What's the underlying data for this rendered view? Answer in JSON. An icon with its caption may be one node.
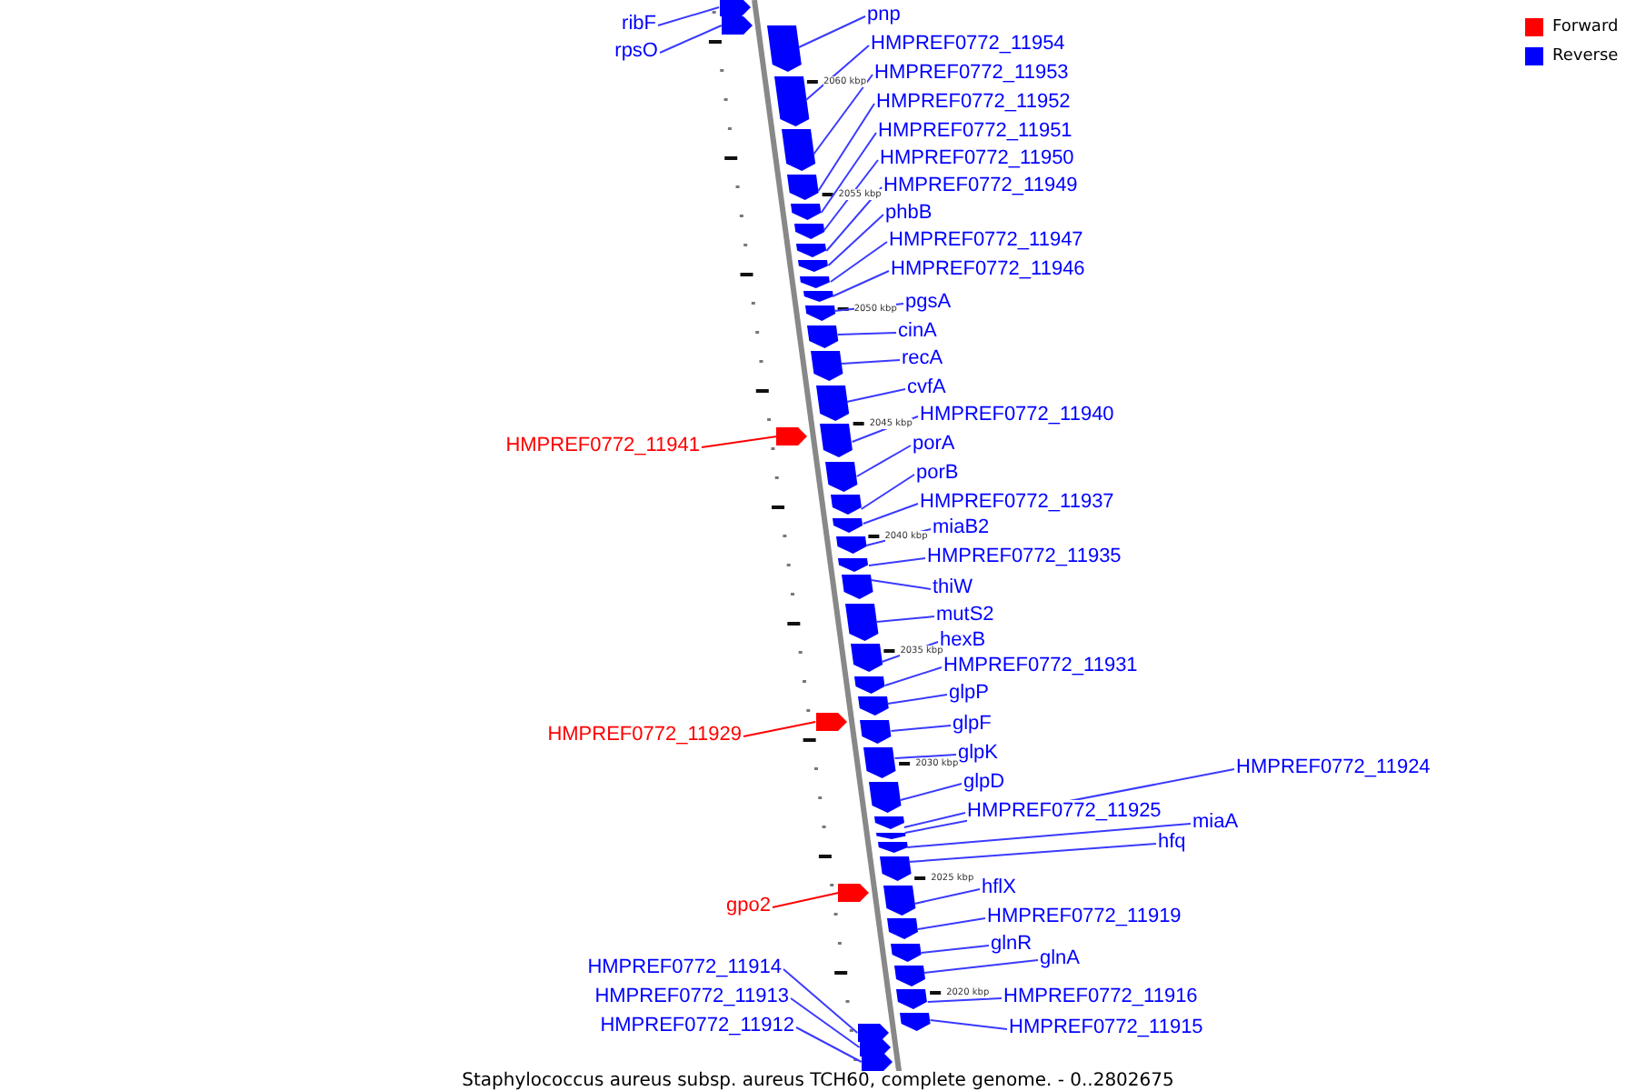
{
  "diagram": {
    "caption": "Staphylococcus aureus subsp. aureus TCH60, complete genome. - 0..2802675",
    "nodes": [
      {
        "text": [
          "pnp"
        ]
      },
      {
        "text": [
          "ribF"
        ]
      },
      {
        "text": [
          "HMPREF0772_11954"
        ]
      },
      {
        "text": [
          "rpsO"
        ]
      },
      {
        "text": [
          "HMPREF0772_11953"
        ]
      },
      {
        "text": [
          "HMPREF0772_11952"
        ]
      },
      {
        "text": [
          "HMPREF0772_11951"
        ]
      },
      {
        "text": [
          "HMPREF0772_11950"
        ]
      },
      {
        "text": [
          "HMPREF0772_11949"
        ]
      },
      {
        "text": [
          "phbB"
        ]
      },
      {
        "text": [
          "HMPREF0772_11947"
        ]
      },
      {
        "text": [
          "HMPREF0772_11946"
        ]
      },
      {
        "text": [
          "pgsA"
        ]
      },
      {
        "text": [
          "cinA"
        ]
      },
      {
        "text": [
          "recA"
        ]
      },
      {
        "text": [
          "cvfA"
        ]
      },
      {
        "text": [
          "HMPREF0772_11940"
        ]
      },
      {
        "text": [
          "HMPREF0772_11941"
        ]
      },
      {
        "text": [
          "porA"
        ]
      },
      {
        "text": [
          "porB"
        ]
      },
      {
        "text": [
          "HMPREF0772_11937"
        ]
      },
      {
        "text": [
          "miaB2"
        ]
      },
      {
        "text": [
          "HMPREF0772_11935"
        ]
      },
      {
        "text": [
          "thiW"
        ]
      },
      {
        "text": [
          "mutS2"
        ]
      },
      {
        "text": [
          "hexB"
        ]
      },
      {
        "text": [
          "HMPREF0772_11931"
        ]
      },
      {
        "text": [
          "glpP"
        ]
      },
      {
        "text": [
          "glpF"
        ]
      },
      {
        "text": [
          "HMPREF0772_11929"
        ]
      },
      {
        "text": [
          "glpK"
        ]
      },
      {
        "text": [
          "HMPREF0772_11924"
        ]
      },
      {
        "text": [
          "glpD"
        ]
      },
      {
        "text": [
          "miaA"
        ]
      },
      {
        "text": [
          "HMPREF0772_11925"
        ]
      },
      {
        "text": [
          "hfq"
        ]
      },
      {
        "text": [
          "hflX"
        ]
      },
      {
        "text": [
          "gpo2"
        ]
      },
      {
        "text": [
          "HMPREF0772_11919"
        ]
      },
      {
        "text": [
          "glnR"
        ]
      },
      {
        "text": [
          "glnA"
        ]
      },
      {
        "text": [
          "HMPREF0772_11914"
        ]
      },
      {
        "text": [
          "HMPREF0772_11913"
        ]
      },
      {
        "text": [
          "HMPREF0772_11916"
        ]
      },
      {
        "text": [
          "HMPREF0772_11912"
        ]
      },
      {
        "text": [
          "HMPREF0772_11915"
        ]
      },
      {
        "text": [],
        "shape": "arrow"
      },
      {
        "text": [],
        "shape": "arrow"
      },
      {
        "text": [],
        "shape": "arrow"
      },
      {
        "text": [],
        "shape": "arrow"
      },
      {
        "text": [],
        "shape": "arrow"
      },
      {
        "text": [],
        "shape": "arrow"
      },
      {
        "text": [],
        "shape": "arrow"
      },
      {
        "text": [],
        "shape": "arrow"
      },
      {
        "text": [],
        "shape": "arrow"
      },
      {
        "text": [],
        "shape": "arrow"
      },
      {
        "text": [],
        "shape": "arrow"
      },
      {
        "text": [],
        "shape": "arrow"
      },
      {
        "text": [],
        "shape": "arrow"
      },
      {
        "text": [],
        "shape": "arrow"
      },
      {
        "text": [],
        "shape": "arrow"
      },
      {
        "text": [],
        "shape": "arrow"
      },
      {
        "text": [],
        "shape": "arrow"
      },
      {
        "text": [],
        "shape": "arrow"
      },
      {
        "text": [],
        "shape": "arrow"
      },
      {
        "text": [],
        "shape": "arrow"
      },
      {
        "text": [],
        "shape": "arrow"
      },
      {
        "text": [],
        "shape": "arrow"
      },
      {
        "text": [],
        "shape": "arrow"
      },
      {
        "text": [],
        "shape": "arrow"
      },
      {
        "text": [],
        "shape": "arrow"
      },
      {
        "text": [],
        "shape": "arrow"
      },
      {
        "text": [],
        "shape": "arrow"
      },
      {
        "text": [],
        "shape": "arrow"
      },
      {
        "text": [],
        "shape": "arrow"
      },
      {
        "text": [],
        "shape": "arrow"
      },
      {
        "text": [],
        "shape": "arrow"
      },
      {
        "text": [],
        "shape": "arrow"
      },
      {
        "text": [],
        "shape": "arrow"
      },
      {
        "text": [],
        "shape": "arrow"
      },
      {
        "text": [],
        "shape": "arrow"
      },
      {
        "text": [],
        "shape": "arrow"
      },
      {
        "text": [],
        "shape": "arrow"
      },
      {
        "text": [],
        "shape": "arrow"
      },
      {
        "text": [],
        "shape": "arrow"
      },
      {
        "text": [],
        "shape": "arrow"
      },
      {
        "text": [],
        "shape": "arrow"
      },
      {
        "text": [],
        "shape": "arrow"
      },
      {
        "text": [],
        "shape": "arrow"
      },
      {
        "text": [],
        "shape": "arrow"
      },
      {
        "text": [],
        "shape": "arrow"
      },
      {
        "text": [],
        "shape": "arrow"
      }
    ],
    "edges": [
      {
        "from": 1,
        "to": 46,
        "arrow": "none"
      },
      {
        "from": 3,
        "to": 47,
        "arrow": "none"
      },
      {
        "from": 0,
        "to": 48,
        "arrow": "none"
      },
      {
        "from": 2,
        "to": 49,
        "arrow": "none"
      },
      {
        "from": 4,
        "to": 50,
        "arrow": "none"
      },
      {
        "from": 5,
        "to": 51,
        "arrow": "none"
      },
      {
        "from": 6,
        "to": 52,
        "arrow": "none"
      },
      {
        "from": 7,
        "to": 53,
        "arrow": "none"
      },
      {
        "from": 8,
        "to": 54,
        "arrow": "none"
      },
      {
        "from": 9,
        "to": 55,
        "arrow": "none"
      },
      {
        "from": 10,
        "to": 56,
        "arrow": "none"
      },
      {
        "from": 11,
        "to": 57,
        "arrow": "none"
      },
      {
        "from": 12,
        "to": 58,
        "arrow": "none"
      },
      {
        "from": 13,
        "to": 59,
        "arrow": "none"
      },
      {
        "from": 14,
        "to": 60,
        "arrow": "none"
      },
      {
        "from": 15,
        "to": 61,
        "arrow": "none"
      },
      {
        "from": 17,
        "to": 62,
        "arrow": "none",
        "color": "#ff0000"
      },
      {
        "from": 16,
        "to": 63,
        "arrow": "none"
      },
      {
        "from": 18,
        "to": 64,
        "arrow": "none"
      },
      {
        "from": 19,
        "to": 65,
        "arrow": "none"
      },
      {
        "from": 20,
        "to": 66,
        "arrow": "none"
      },
      {
        "from": 21,
        "to": 67,
        "arrow": "none"
      },
      {
        "from": 22,
        "to": 68,
        "arrow": "none"
      },
      {
        "from": 23,
        "to": 69,
        "arrow": "none"
      },
      {
        "from": 24,
        "to": 70,
        "arrow": "none"
      },
      {
        "from": 25,
        "to": 71,
        "arrow": "none"
      },
      {
        "from": 26,
        "to": 72,
        "arrow": "none"
      },
      {
        "from": 27,
        "to": 73,
        "arrow": "none"
      },
      {
        "from": 29,
        "to": 74,
        "arrow": "none",
        "color": "#ff0000"
      },
      {
        "from": 28,
        "to": 75,
        "arrow": "none"
      },
      {
        "from": 30,
        "to": 76,
        "arrow": "none"
      },
      {
        "from": 32,
        "to": 77,
        "arrow": "none"
      },
      {
        "from": 34,
        "to": 78,
        "arrow": "none"
      },
      {
        "from": 31,
        "to": 79,
        "arrow": "none"
      },
      {
        "from": 33,
        "to": 80,
        "arrow": "none"
      },
      {
        "from": 35,
        "to": 81,
        "arrow": "none"
      },
      {
        "from": 37,
        "to": 82,
        "arrow": "none",
        "color": "#ff0000"
      },
      {
        "from": 36,
        "to": 83,
        "arrow": "none"
      },
      {
        "from": 38,
        "to": 84,
        "arrow": "none"
      },
      {
        "from": 39,
        "to": 85,
        "arrow": "none"
      },
      {
        "from": 40,
        "to": 86,
        "arrow": "none"
      },
      {
        "from": 43,
        "to": 87,
        "arrow": "none"
      },
      {
        "from": 45,
        "to": 88,
        "arrow": "none"
      },
      {
        "from": 41,
        "to": 89,
        "arrow": "none"
      },
      {
        "from": 42,
        "to": 90,
        "arrow": "none"
      },
      {
        "from": 44,
        "to": 91,
        "arrow": "none"
      }
    ],
    "labels": [
      "2060 kbp",
      "2055 kbp",
      "2050 kbp",
      "2045 kbp",
      "2040 kbp",
      "2035 kbp",
      "2030 kbp",
      "2025 kbp",
      "2020 kbp"
    ],
    "legend": [
      {
        "text": "Forward",
        "color": "#ff0000"
      },
      {
        "text": "Reverse",
        "color": "#0000ff"
      }
    ]
  }
}
